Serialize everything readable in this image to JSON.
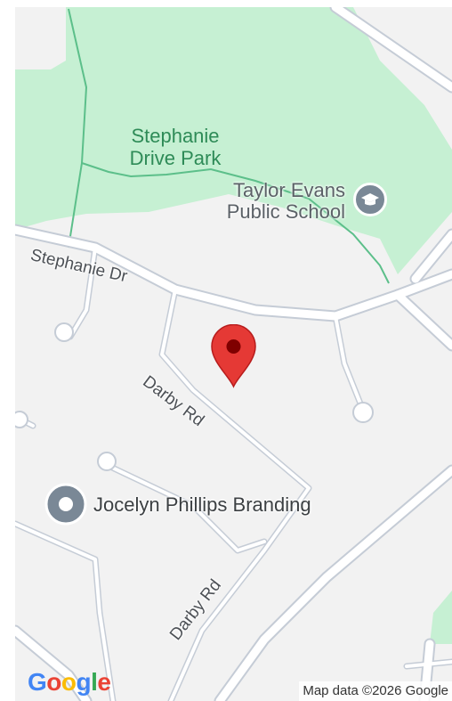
{
  "map": {
    "park_label": "Stephanie Drive Park",
    "school_label": "Taylor Evans Public School",
    "roads": {
      "stephanie_dr": "Stephanie Dr",
      "darby_rd_upper": "Darby Rd",
      "darby_rd_lower": "Darby Rd"
    },
    "poi_label": "Jocelyn Phillips Branding",
    "logo_letters": [
      "G",
      "o",
      "o",
      "g",
      "l",
      "e"
    ],
    "attribution": "Map data ©2026 Google"
  },
  "colors": {
    "land": "#f2f2f2",
    "park": "#c6f0d3",
    "road": "#ffffff",
    "road_casing": "#c5ccd6",
    "path": "#5cbf8a",
    "marker": "#e53935",
    "poi_pin": "#7a8896",
    "logo": [
      "#4285F4",
      "#EA4335",
      "#FBBC05",
      "#4285F4",
      "#34A853",
      "#EA4335"
    ]
  },
  "icons": {
    "marker": "map-marker-icon",
    "school": "school-icon",
    "poi": "poi-pin-icon"
  }
}
